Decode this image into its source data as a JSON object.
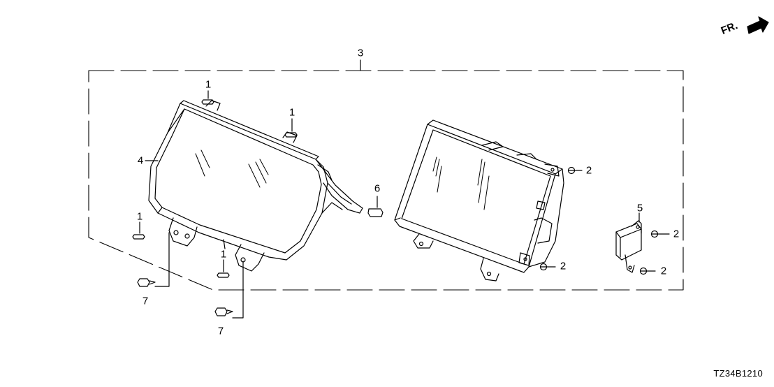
{
  "diagram": {
    "direction_label": "FR.",
    "drawing_code": "TZ34B1210",
    "callouts": {
      "c1a": "1",
      "c1b": "1",
      "c1c": "1",
      "c1d": "1",
      "c2a": "2",
      "c2b": "2",
      "c2c": "2",
      "c2d": "2",
      "c3": "3",
      "c4": "4",
      "c5": "5",
      "c6": "6",
      "c7a": "7",
      "c7b": "7"
    }
  }
}
